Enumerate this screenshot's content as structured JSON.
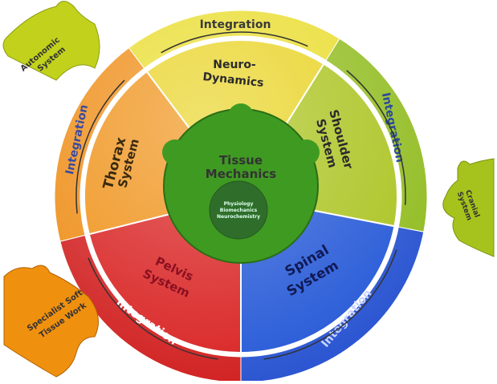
{
  "center": {
    "title_line1": "Tissue",
    "title_line2": "Mechanics",
    "color": "#3f9a22",
    "core_lines": [
      "Physiology",
      "Biomechanics",
      "Neurochemistry"
    ]
  },
  "segments": [
    {
      "id": "neuro",
      "line1": "Neuro-",
      "line2": "Dynamics",
      "color": "#e8d21e",
      "ring_color": "#e9dc2a",
      "ring_label": "Integration",
      "text_color": "#2b2b2b",
      "ring_text_color": "#3a3a3a"
    },
    {
      "id": "shoulder",
      "line1": "Shoulder",
      "line2": "System",
      "color": "#a9c21a",
      "ring_color": "#8fbb1c",
      "ring_label": "Integration",
      "text_color": "#2b2b2b",
      "ring_text_color": "#2a4a9a"
    },
    {
      "id": "spinal",
      "line1": "Spinal",
      "line2": "System",
      "color": "#1f54d6",
      "ring_color": "#2450d0",
      "ring_label": "Integration",
      "text_color": "#111a55",
      "ring_text_color": "#c8d4ff"
    },
    {
      "id": "pelvis",
      "line1": "Pelvis",
      "line2": "System",
      "color": "#d81c1c",
      "ring_color": "#d01a1a",
      "ring_label": "Integration",
      "text_color": "#8a1020",
      "ring_text_color": "#ffffff"
    },
    {
      "id": "thorax",
      "line1": "Thorax",
      "line2": "System",
      "color": "#ef8f12",
      "ring_color": "#ee8a10",
      "ring_label": "Integration",
      "text_color": "#3a2a10",
      "ring_text_color": "#3a4aa0"
    }
  ],
  "side_pieces": [
    {
      "id": "autonomic",
      "line1": "Autonomic",
      "line2": "System",
      "color": "#c2d21c"
    },
    {
      "id": "cranial",
      "line1": "Cranial",
      "line2": "System",
      "color": "#a6c21c"
    },
    {
      "id": "specialist",
      "line1": "Specialist Soft",
      "line2": "Tissue Work",
      "color": "#f0900f"
    }
  ]
}
